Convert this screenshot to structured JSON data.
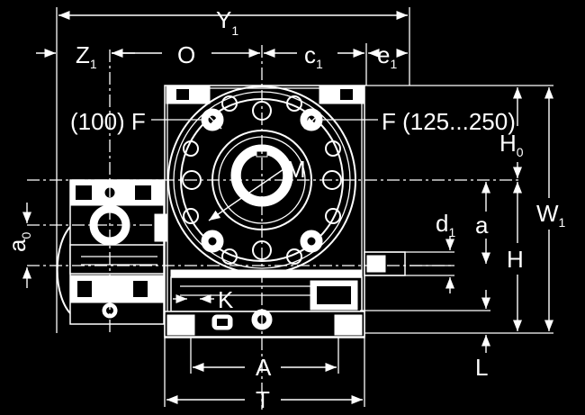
{
  "labels": {
    "Y": "Y",
    "Y_sub": "1",
    "Z": "Z",
    "Z_sub": "1",
    "O": "O",
    "C": "c",
    "C_sub": "1",
    "E": "e",
    "E_sub": "1",
    "F_left": "(100) F",
    "F_right": "F (125...250)",
    "M": "M",
    "H0": "H",
    "H0_sub": "0",
    "W": "W",
    "W_sub": "1",
    "a": "a",
    "d": "d",
    "d_sub": "1",
    "H": "H",
    "a0": "a",
    "a0_sub": "0",
    "K": "K",
    "A": "A",
    "L": "L",
    "T": "T"
  }
}
